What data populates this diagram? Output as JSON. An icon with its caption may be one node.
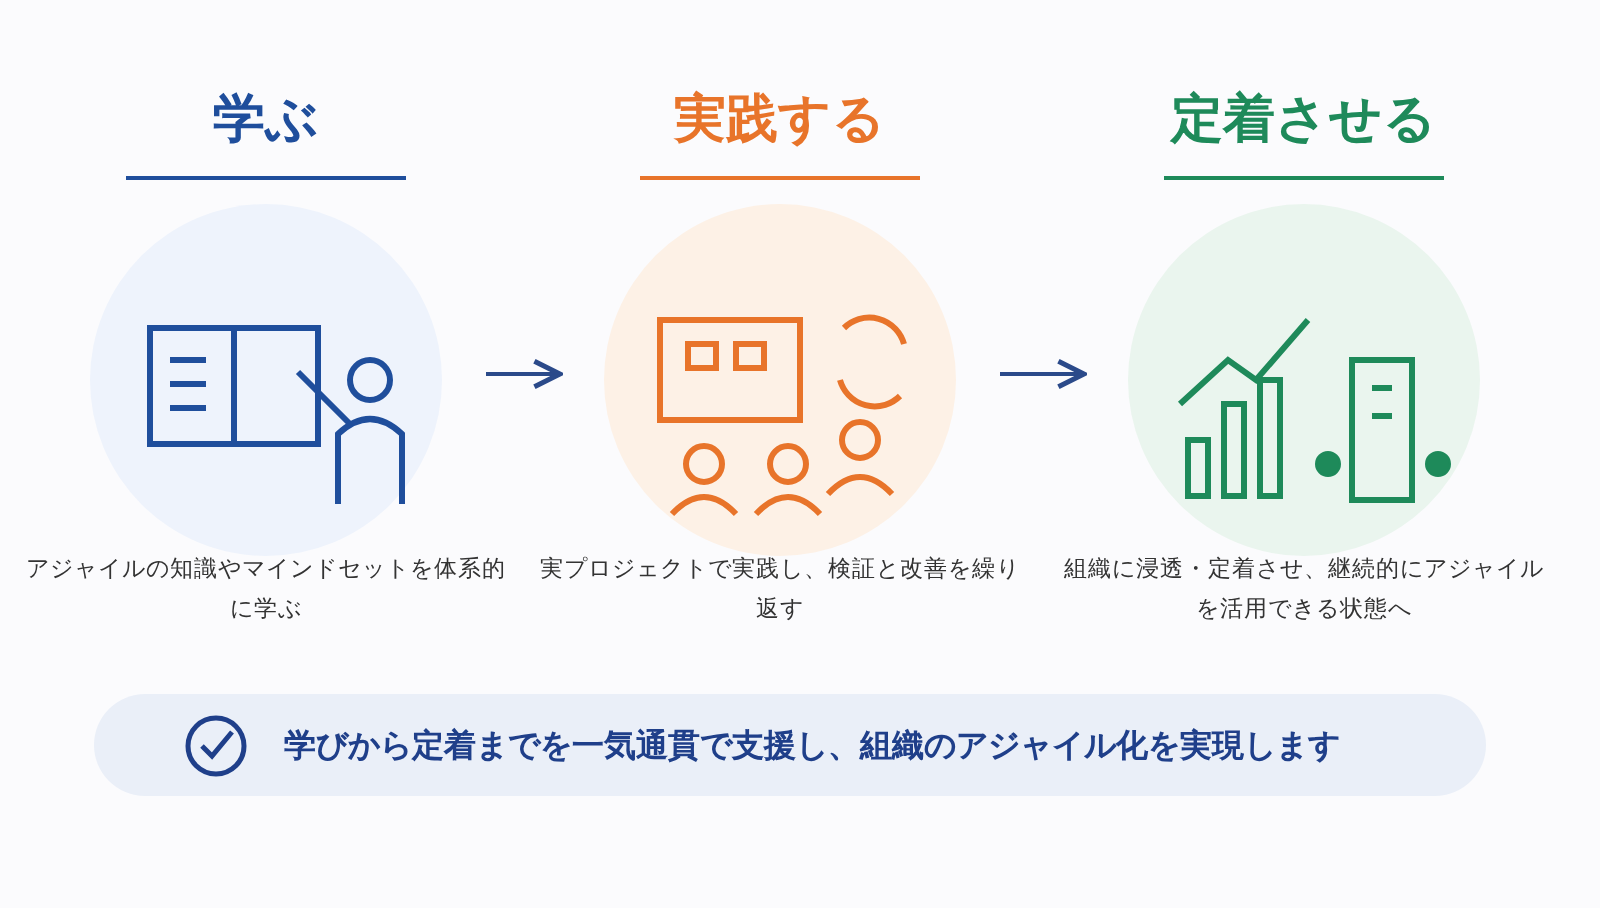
{
  "diagram": {
    "nodes": [
      {
        "text": [
          "学ぶ"
        ],
        "beside": [
          "アジャイルの知識やマインドセットを体系的に学ぶ"
        ]
      },
      {
        "text": [
          "実践する"
        ],
        "beside": [
          "実プロジェクトで実践し、検証と改善を繰り返す"
        ]
      },
      {
        "text": [
          "定着させる"
        ],
        "beside": [
          "組織に浸透・定着させ、継続的にアジャイルを活用できる状態へ"
        ]
      },
      {
        "text": [
          "学びから定着までを一気通貫で支援し、組織のアジャイル化を実現します"
        ]
      }
    ],
    "edges": [
      {
        "from": 0,
        "to": 1,
        "arrow": "to"
      },
      {
        "from": 1,
        "to": 2,
        "arrow": "to"
      }
    ]
  }
}
